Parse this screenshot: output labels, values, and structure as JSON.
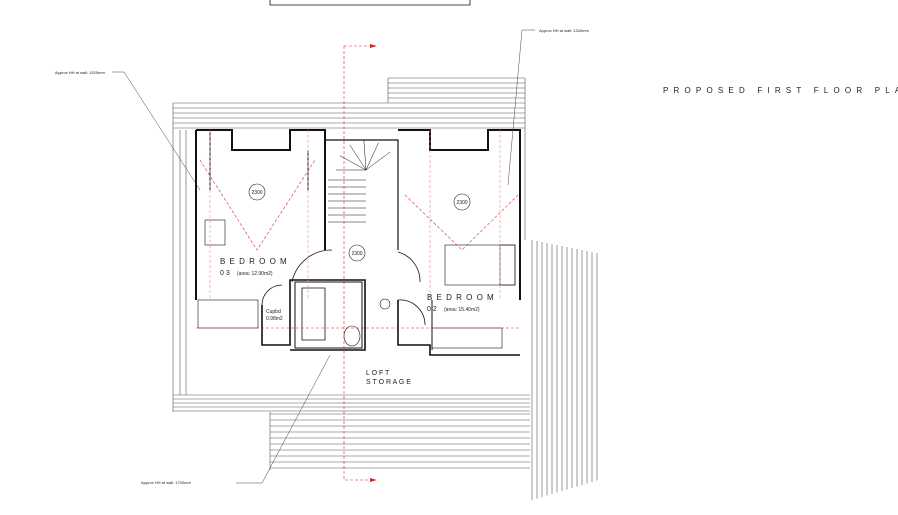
{
  "drawing": {
    "title": "PROPOSED FIRST FLOOR PLAN",
    "annotations": {
      "hh_left": "Approx HH at wall: 1525mm",
      "hh_right": "Approx HH at wall: 1340mm",
      "hh_bottom": "Approx HH at wall: 1700mm"
    },
    "rooms": {
      "bedroom3_name": "B E D R O O M",
      "bedroom3_num": "0 3",
      "bedroom3_area": "(area: 12.90m2)",
      "bedroom2_name": "B E D R O O M",
      "bedroom2_num": "0 2",
      "bedroom2_area": "(area: 15.40m2)",
      "cupbd_name": "Cupbd",
      "cupbd_area": "0.98m2",
      "loft1": "L O F T",
      "loft2": "S T O R A G E"
    },
    "ceiling_heights": [
      "2300",
      "2300",
      "2300"
    ],
    "colors": {
      "line": "#222222",
      "section": "#d9262b",
      "faint": "#888888"
    }
  }
}
